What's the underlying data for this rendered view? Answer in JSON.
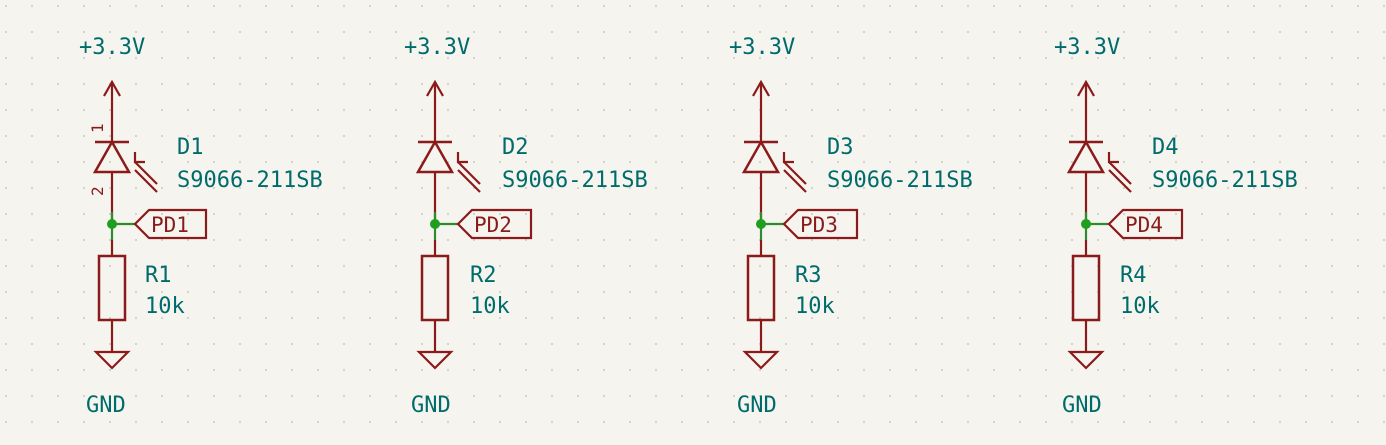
{
  "colors": {
    "background": "#f5f4ef",
    "grid_dot": "#c9c9c4",
    "component": "#8b1a1a",
    "text": "#006b6b",
    "net_wire": "#2e8b2e",
    "junction": "#1f9e1f"
  },
  "channels": [
    {
      "power_label": "+3.3V",
      "diode_ref": "D1",
      "diode_value": "S9066-211SB",
      "pin_top": "1",
      "pin_bottom": "2",
      "net_label": "PD1",
      "resistor_ref": "R1",
      "resistor_value": "10k",
      "ground_label": "GND"
    },
    {
      "power_label": "+3.3V",
      "diode_ref": "D2",
      "diode_value": "S9066-211SB",
      "net_label": "PD2",
      "resistor_ref": "R2",
      "resistor_value": "10k",
      "ground_label": "GND"
    },
    {
      "power_label": "+3.3V",
      "diode_ref": "D3",
      "diode_value": "S9066-211SB",
      "net_label": "PD3",
      "resistor_ref": "R3",
      "resistor_value": "10k",
      "ground_label": "GND"
    },
    {
      "power_label": "+3.3V",
      "diode_ref": "D4",
      "diode_value": "S9066-211SB",
      "net_label": "PD4",
      "resistor_ref": "R4",
      "resistor_value": "10k",
      "ground_label": "GND"
    }
  ]
}
